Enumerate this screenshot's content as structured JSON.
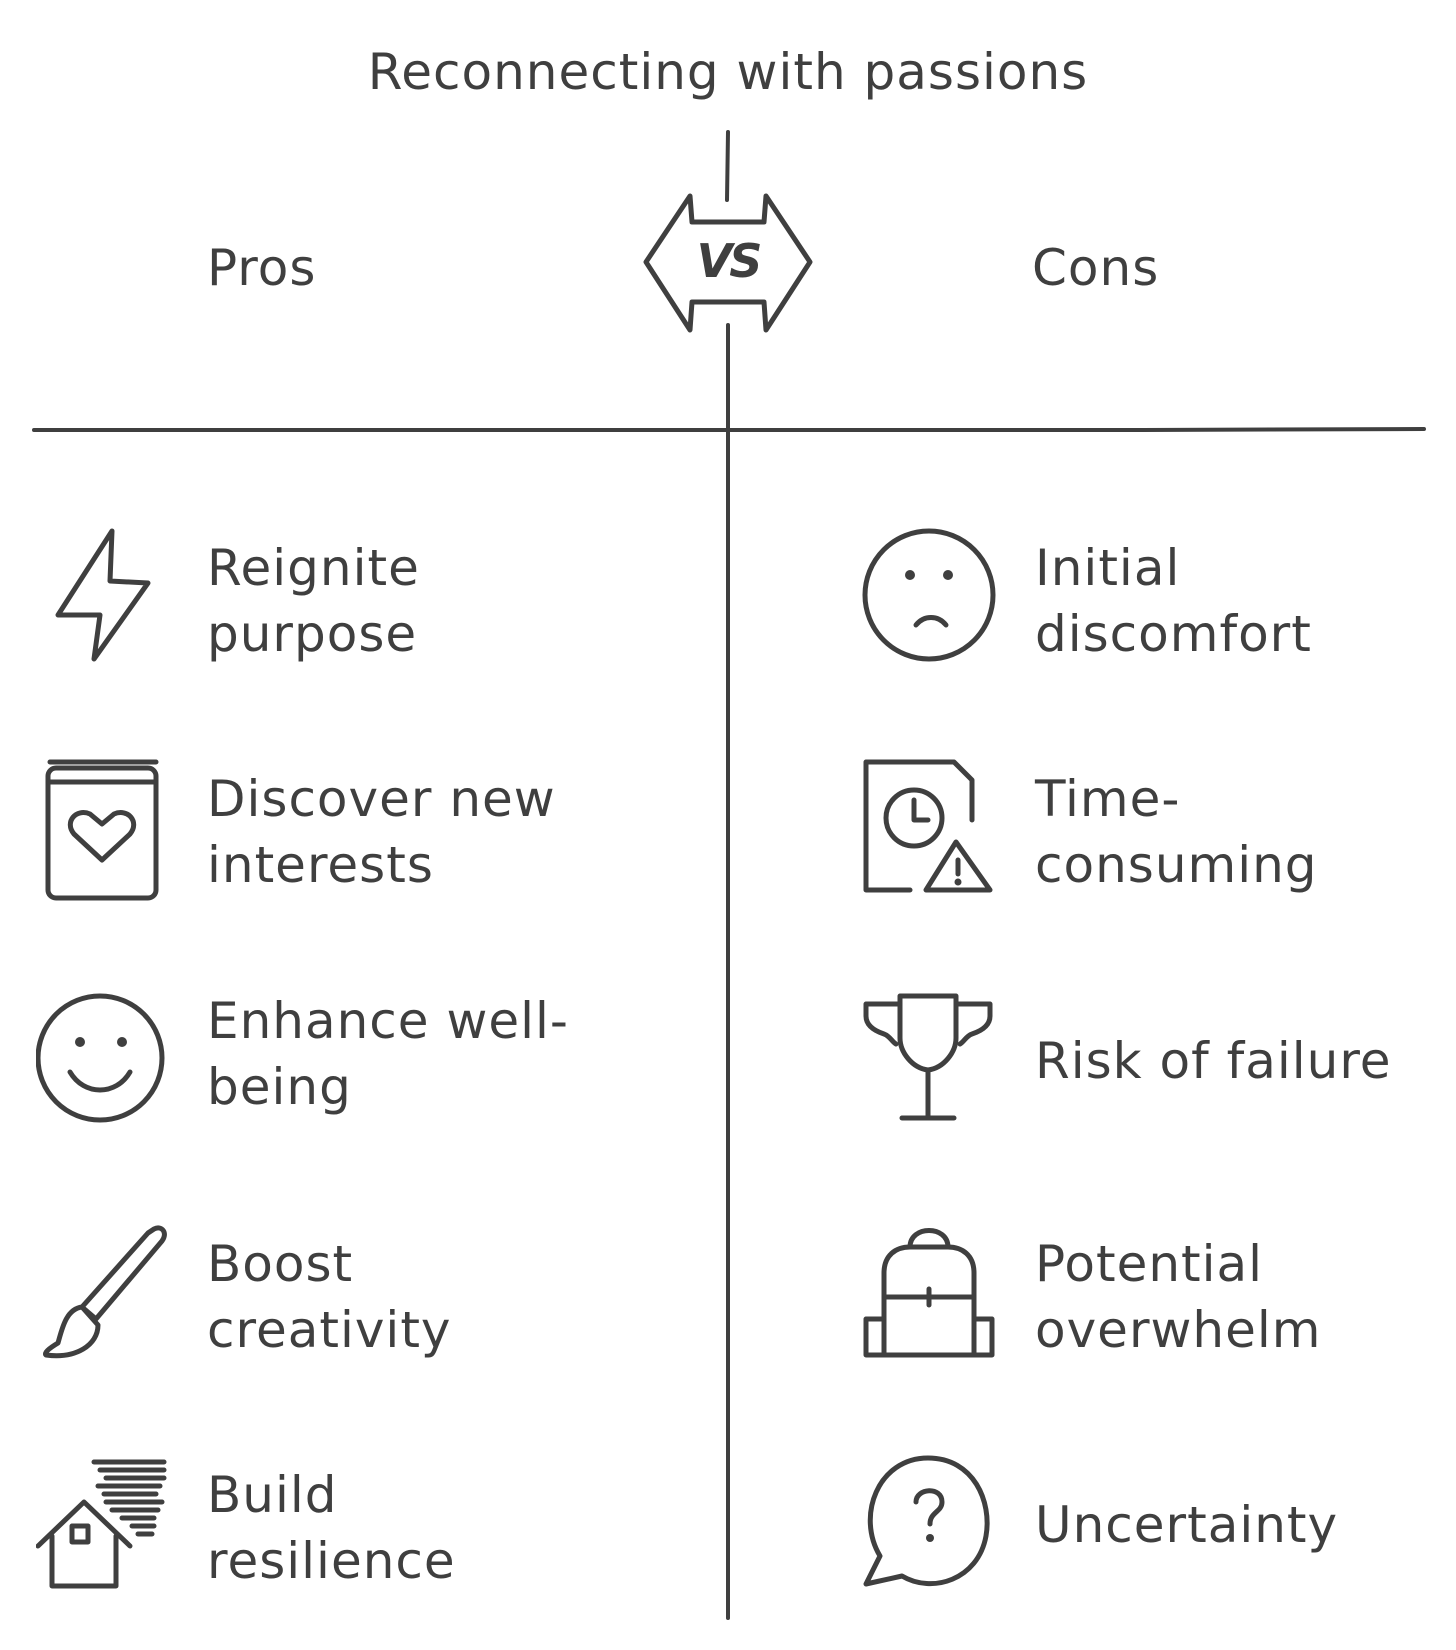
{
  "title": "Reconnecting with passions",
  "vs_label": "VS",
  "pros": {
    "header": "Pros",
    "items": [
      {
        "label": "Reignite\npurpose",
        "icon": "lightning-bolt-icon"
      },
      {
        "label": "Discover new\ninterests",
        "icon": "heart-book-icon"
      },
      {
        "label": "Enhance well-\nbeing",
        "icon": "smiley-face-icon"
      },
      {
        "label": "Boost\ncreativity",
        "icon": "paintbrush-icon"
      },
      {
        "label": "Build\nresilience",
        "icon": "house-wind-icon"
      }
    ]
  },
  "cons": {
    "header": "Cons",
    "items": [
      {
        "label": "Initial\ndiscomfort",
        "icon": "frown-face-icon"
      },
      {
        "label": "Time-\nconsuming",
        "icon": "clock-warning-document-icon"
      },
      {
        "label": "Risk of failure",
        "icon": "trophy-icon"
      },
      {
        "label": "Potential\noverwhelm",
        "icon": "backpack-icon"
      },
      {
        "label": "Uncertainty",
        "icon": "question-bubble-icon"
      }
    ]
  },
  "colors": {
    "ink": "#3f3f3f",
    "background": "#ffffff"
  }
}
